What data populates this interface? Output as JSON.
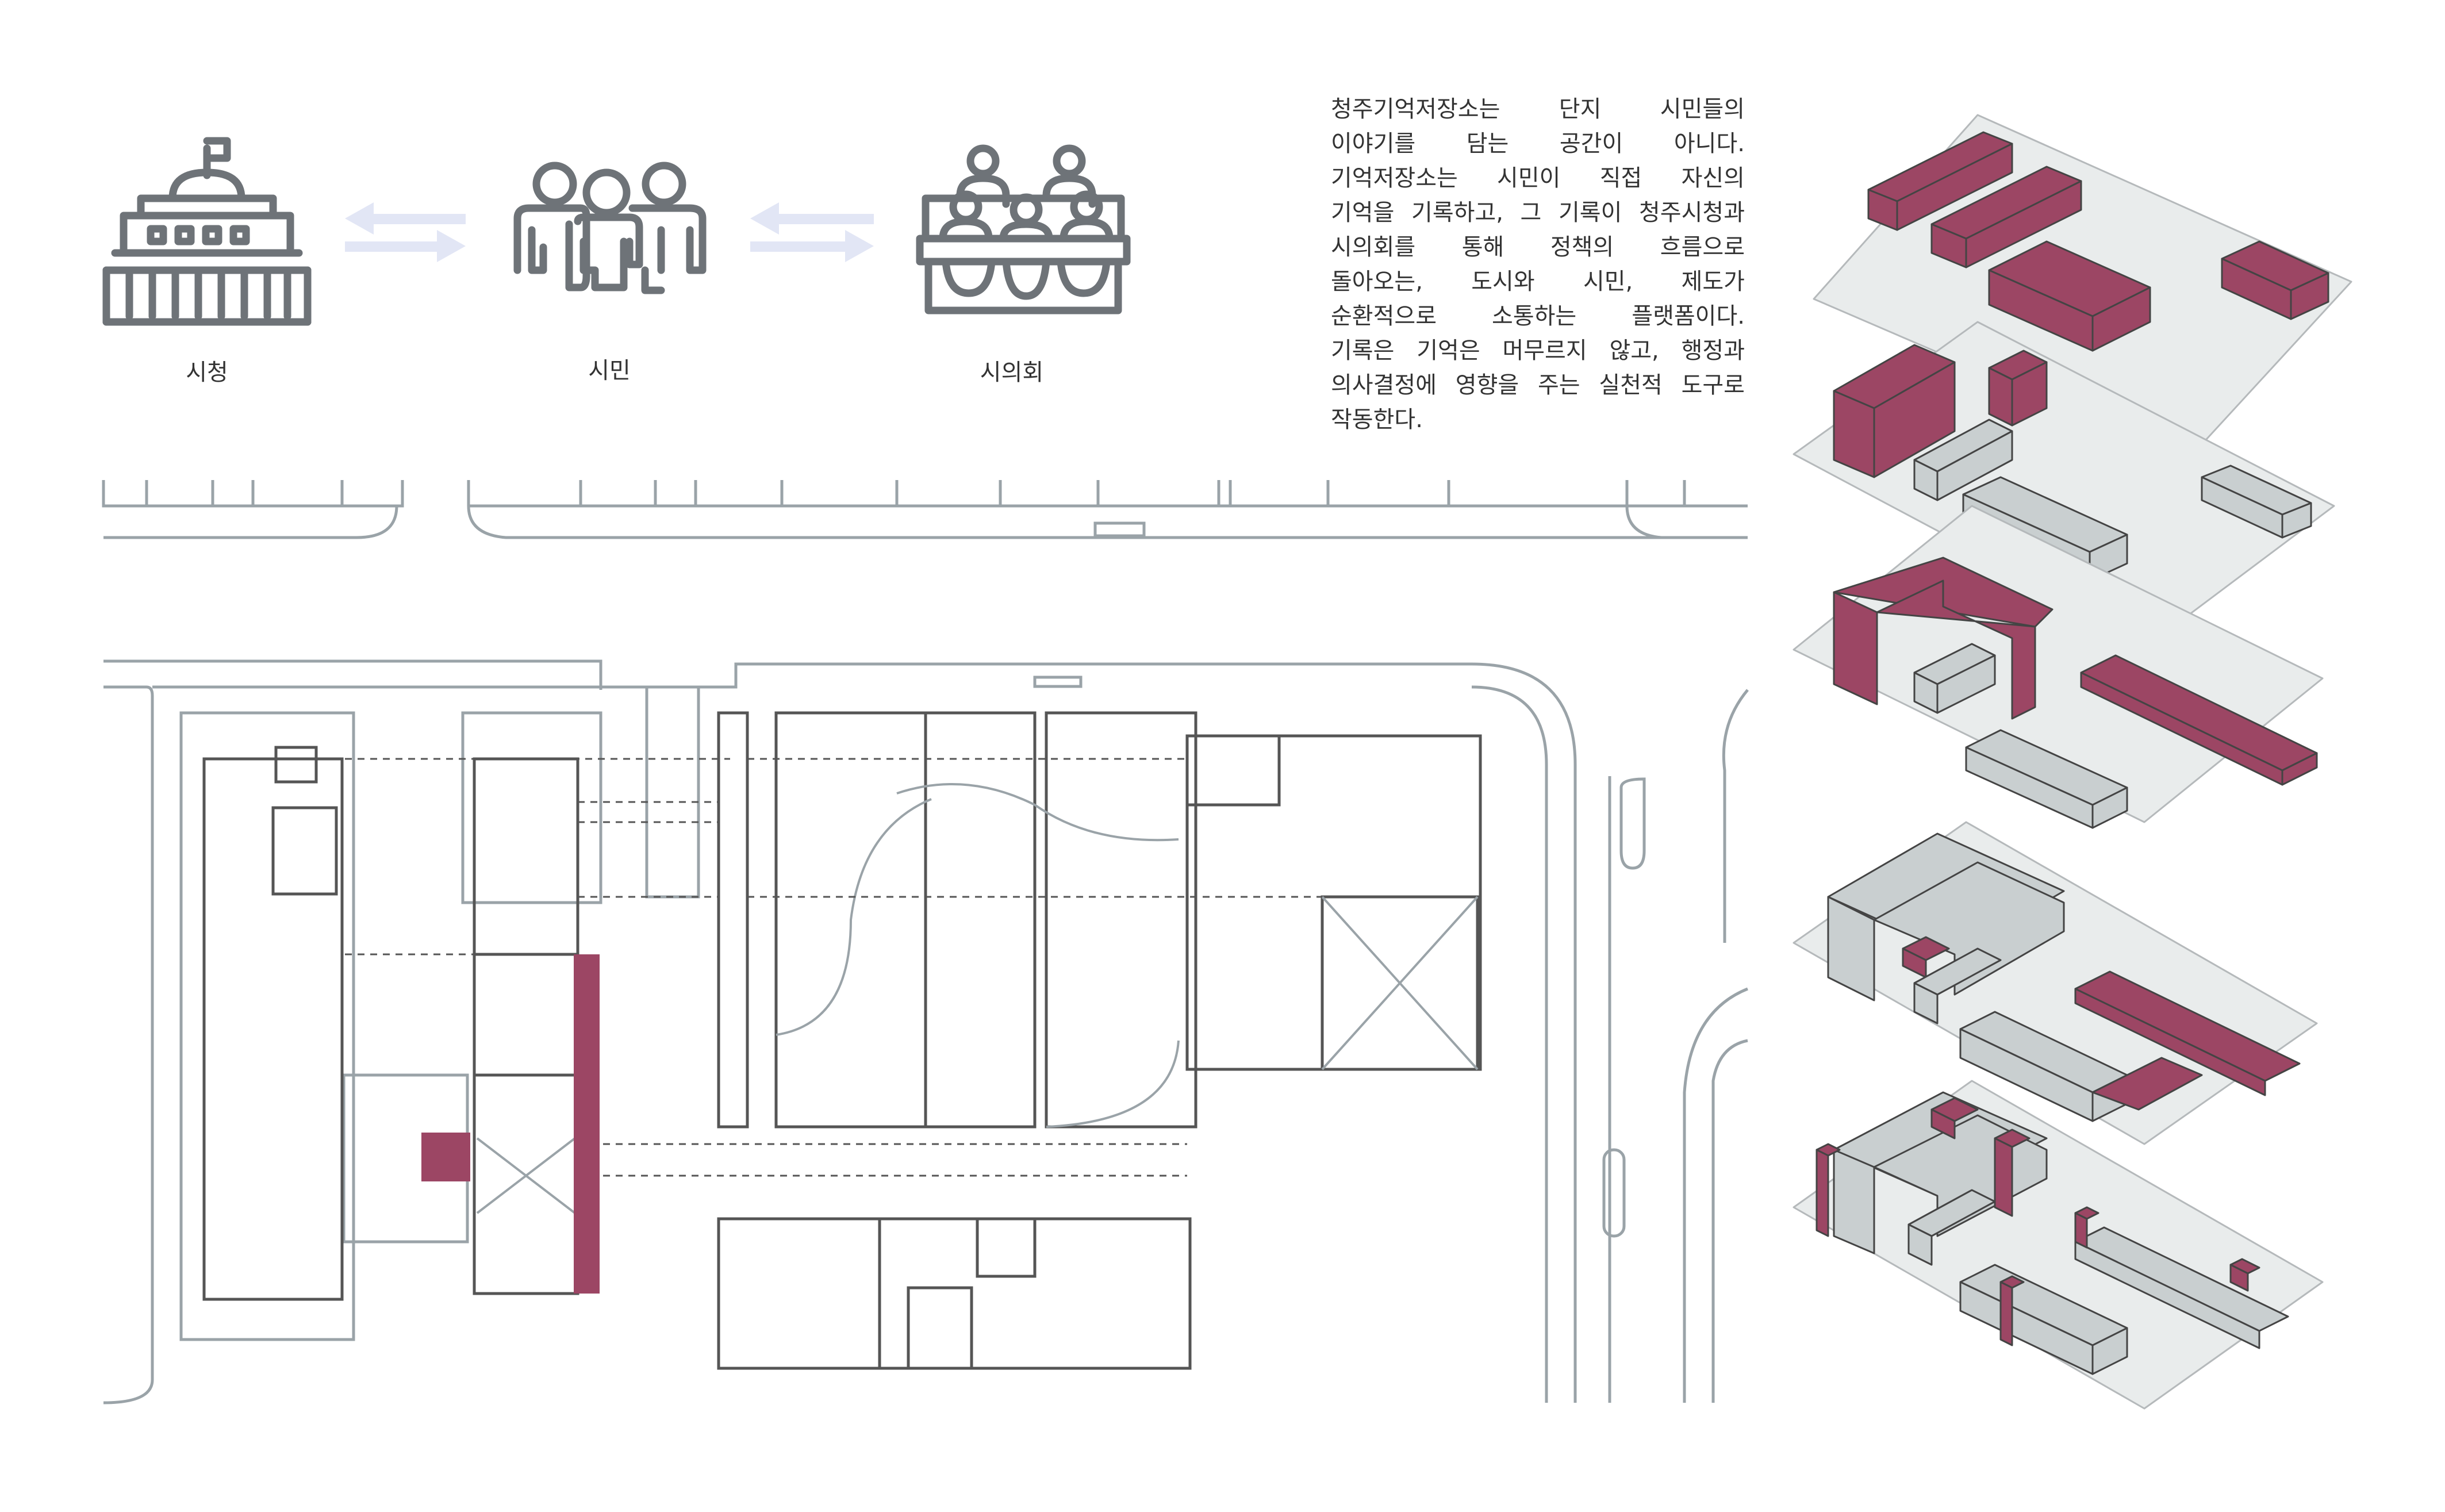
{
  "diagram": {
    "stakeholders": [
      {
        "id": "city-hall",
        "label": "시청",
        "icon": "city-hall-icon"
      },
      {
        "id": "citizens",
        "label": "시민",
        "icon": "citizens-icon"
      },
      {
        "id": "city-council",
        "label": "시의회",
        "icon": "city-council-icon"
      }
    ],
    "description_lines": [
      "청주기억저장소는 단지 시민들의",
      "이야기를 담는 공간이 아니다.",
      "기억저장소는 시민이 직접 자신의",
      "기억을 기록하고, 그 기록이 청주시청과",
      "시의회를 통해 정책의 흐름으로",
      "돌아오는, 도시와 시민, 제도가",
      "순환적으로 소통하는 플랫폼이다.",
      "기록은 기억은 머무르지 않고, 행정과",
      "의사결정에 영향을 주는 실천적 도구로",
      "작동한다."
    ],
    "colors": {
      "accent": "#9c4664",
      "icon": "#6e7378",
      "arrow": "#e2e6f5",
      "line": "#9aa3a8",
      "block_grey": "#c9cfd0",
      "ground": "#e9ecec"
    }
  }
}
